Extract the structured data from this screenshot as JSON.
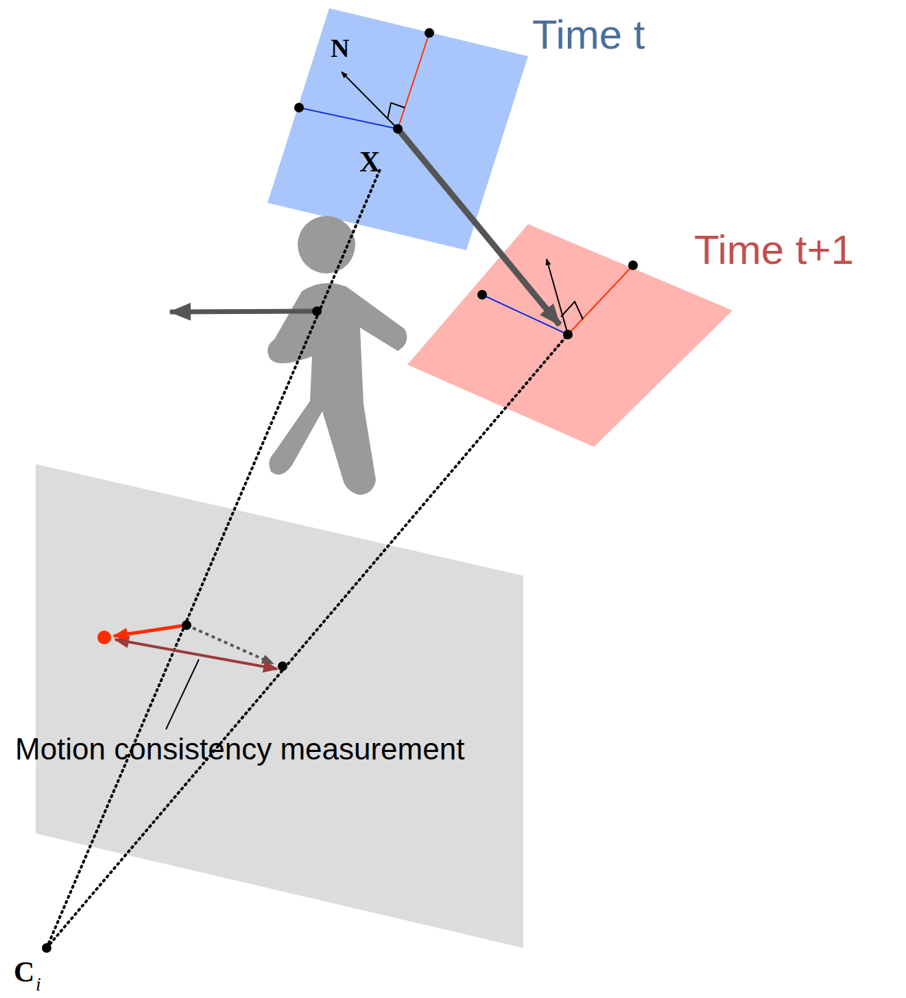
{
  "diagram": {
    "labels": [
      "Time t",
      "N",
      "X",
      "Time t+1",
      "Motion consistency measurement",
      "C",
      "i"
    ]
  }
}
